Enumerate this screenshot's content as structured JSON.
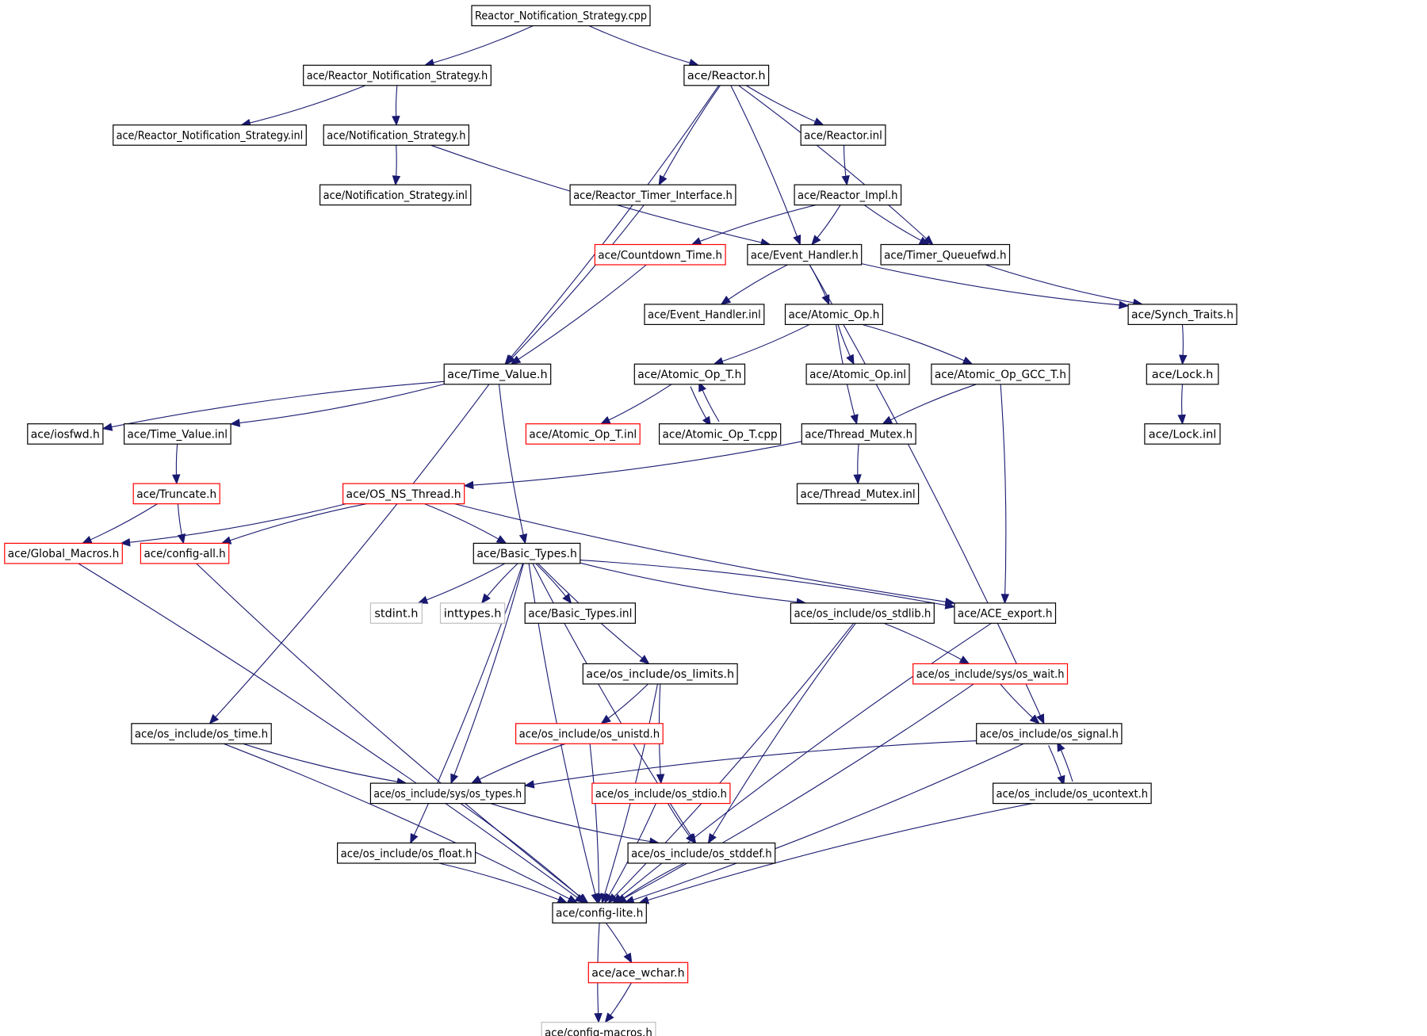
{
  "colors": {
    "edge": "#191970",
    "border_normal": "#000000",
    "border_truncated": "#ff0000",
    "border_external": "#bfbfbf",
    "root_fill": "#bfbfbf",
    "node_fill": "#ffffff"
  },
  "nodes": {
    "root": {
      "label": "Reactor_Notification_Strategy.cpp",
      "kind": "root"
    },
    "rns_h": {
      "label": "ace/Reactor_Notification_Strategy.h",
      "kind": "normal"
    },
    "reactor_h": {
      "label": "ace/Reactor.h",
      "kind": "normal"
    },
    "rns_inl": {
      "label": "ace/Reactor_Notification_Strategy.inl",
      "kind": "normal"
    },
    "ns_h": {
      "label": "ace/Notification_Strategy.h",
      "kind": "normal"
    },
    "reactor_inl": {
      "label": "ace/Reactor.inl",
      "kind": "normal"
    },
    "ns_inl": {
      "label": "ace/Notification_Strategy.inl",
      "kind": "normal"
    },
    "rti_h": {
      "label": "ace/Reactor_Timer_Interface.h",
      "kind": "normal"
    },
    "rimpl_h": {
      "label": "ace/Reactor_Impl.h",
      "kind": "normal"
    },
    "countdown_h": {
      "label": "ace/Countdown_Time.h",
      "kind": "truncated"
    },
    "eh_h": {
      "label": "ace/Event_Handler.h",
      "kind": "normal"
    },
    "tqfwd_h": {
      "label": "ace/Timer_Queuefwd.h",
      "kind": "normal"
    },
    "eh_inl": {
      "label": "ace/Event_Handler.inl",
      "kind": "normal"
    },
    "aop_h": {
      "label": "ace/Atomic_Op.h",
      "kind": "normal"
    },
    "synch_h": {
      "label": "ace/Synch_Traits.h",
      "kind": "normal"
    },
    "tv_h": {
      "label": "ace/Time_Value.h",
      "kind": "normal"
    },
    "aopt_h": {
      "label": "ace/Atomic_Op_T.h",
      "kind": "normal"
    },
    "aop_inl": {
      "label": "ace/Atomic_Op.inl",
      "kind": "normal"
    },
    "aopgcc_h": {
      "label": "ace/Atomic_Op_GCC_T.h",
      "kind": "normal"
    },
    "lock_h": {
      "label": "ace/Lock.h",
      "kind": "normal"
    },
    "iosfwd_h": {
      "label": "ace/iosfwd.h",
      "kind": "normal"
    },
    "tv_inl": {
      "label": "ace/Time_Value.inl",
      "kind": "normal"
    },
    "aopt_inl": {
      "label": "ace/Atomic_Op_T.inl",
      "kind": "truncated"
    },
    "aopt_cpp": {
      "label": "ace/Atomic_Op_T.cpp",
      "kind": "normal"
    },
    "tmutex_h": {
      "label": "ace/Thread_Mutex.h",
      "kind": "normal"
    },
    "lock_inl": {
      "label": "ace/Lock.inl",
      "kind": "normal"
    },
    "truncate_h": {
      "label": "ace/Truncate.h",
      "kind": "truncated"
    },
    "osnst_h": {
      "label": "ace/OS_NS_Thread.h",
      "kind": "truncated"
    },
    "tmutex_inl": {
      "label": "ace/Thread_Mutex.inl",
      "kind": "normal"
    },
    "gmacros_h": {
      "label": "ace/Global_Macros.h",
      "kind": "truncated"
    },
    "cfgall_h": {
      "label": "ace/config-all.h",
      "kind": "truncated"
    },
    "btypes_h": {
      "label": "ace/Basic_Types.h",
      "kind": "normal"
    },
    "stdint_h": {
      "label": "stdint.h",
      "kind": "external"
    },
    "inttypes_h": {
      "label": "inttypes.h",
      "kind": "external"
    },
    "btypes_inl": {
      "label": "ace/Basic_Types.inl",
      "kind": "normal"
    },
    "osstdlib_h": {
      "label": "ace/os_include/os_stdlib.h",
      "kind": "normal"
    },
    "aceexport_h": {
      "label": "ace/ACE_export.h",
      "kind": "normal"
    },
    "oslimits_h": {
      "label": "ace/os_include/os_limits.h",
      "kind": "normal"
    },
    "oswait_h": {
      "label": "ace/os_include/sys/os_wait.h",
      "kind": "truncated"
    },
    "ostime_h": {
      "label": "ace/os_include/os_time.h",
      "kind": "normal"
    },
    "osunistd_h": {
      "label": "ace/os_include/os_unistd.h",
      "kind": "truncated"
    },
    "ossignal_h": {
      "label": "ace/os_include/os_signal.h",
      "kind": "normal"
    },
    "ostypes_h": {
      "label": "ace/os_include/sys/os_types.h",
      "kind": "normal"
    },
    "osstdio_h": {
      "label": "ace/os_include/os_stdio.h",
      "kind": "truncated"
    },
    "osucontext_h": {
      "label": "ace/os_include/os_ucontext.h",
      "kind": "normal"
    },
    "osfloat_h": {
      "label": "ace/os_include/os_float.h",
      "kind": "normal"
    },
    "osstddef_h": {
      "label": "ace/os_include/os_stddef.h",
      "kind": "normal"
    },
    "cfglite_h": {
      "label": "ace/config-lite.h",
      "kind": "normal"
    },
    "acewchar_h": {
      "label": "ace/ace_wchar.h",
      "kind": "truncated"
    },
    "cfgmacros_h": {
      "label": "ace/config-macros.h",
      "kind": "external"
    }
  },
  "edges": [
    [
      "root",
      "rns_h"
    ],
    [
      "root",
      "reactor_h"
    ],
    [
      "rns_h",
      "rns_inl"
    ],
    [
      "rns_h",
      "ns_h"
    ],
    [
      "ns_h",
      "ns_inl"
    ],
    [
      "ns_h",
      "eh_h"
    ],
    [
      "reactor_h",
      "tv_h"
    ],
    [
      "reactor_h",
      "rti_h"
    ],
    [
      "reactor_h",
      "eh_h"
    ],
    [
      "reactor_h",
      "reactor_inl"
    ],
    [
      "reactor_h",
      "tqfwd_h"
    ],
    [
      "reactor_inl",
      "rimpl_h"
    ],
    [
      "rti_h",
      "tv_h"
    ],
    [
      "rimpl_h",
      "countdown_h"
    ],
    [
      "rimpl_h",
      "eh_h"
    ],
    [
      "rimpl_h",
      "tqfwd_h"
    ],
    [
      "countdown_h",
      "tv_h"
    ],
    [
      "eh_h",
      "eh_inl"
    ],
    [
      "eh_h",
      "aop_h"
    ],
    [
      "eh_h",
      "synch_h"
    ],
    [
      "eh_h",
      "ossignal_h"
    ],
    [
      "tqfwd_h",
      "synch_h"
    ],
    [
      "synch_h",
      "lock_h"
    ],
    [
      "lock_h",
      "lock_inl"
    ],
    [
      "aop_h",
      "aopt_h"
    ],
    [
      "aop_h",
      "aop_inl"
    ],
    [
      "aop_h",
      "aopgcc_h"
    ],
    [
      "aop_h",
      "tmutex_h"
    ],
    [
      "aopt_h",
      "aopt_inl"
    ],
    [
      "aopt_h",
      "aopt_cpp"
    ],
    [
      "aopt_cpp",
      "aopt_h"
    ],
    [
      "aopgcc_h",
      "tmutex_h"
    ],
    [
      "aopgcc_h",
      "aceexport_h"
    ],
    [
      "tmutex_h",
      "tmutex_inl"
    ],
    [
      "tmutex_h",
      "osnst_h"
    ],
    [
      "tv_h",
      "iosfwd_h"
    ],
    [
      "tv_h",
      "tv_inl"
    ],
    [
      "tv_h",
      "btypes_h"
    ],
    [
      "tv_h",
      "ostime_h"
    ],
    [
      "tv_inl",
      "truncate_h"
    ],
    [
      "truncate_h",
      "gmacros_h"
    ],
    [
      "truncate_h",
      "cfgall_h"
    ],
    [
      "osnst_h",
      "gmacros_h"
    ],
    [
      "osnst_h",
      "cfgall_h"
    ],
    [
      "osnst_h",
      "btypes_h"
    ],
    [
      "osnst_h",
      "aceexport_h"
    ],
    [
      "btypes_h",
      "stdint_h"
    ],
    [
      "btypes_h",
      "inttypes_h"
    ],
    [
      "btypes_h",
      "btypes_inl"
    ],
    [
      "btypes_h",
      "osstdlib_h"
    ],
    [
      "btypes_h",
      "aceexport_h"
    ],
    [
      "btypes_h",
      "oslimits_h"
    ],
    [
      "btypes_h",
      "ostypes_h"
    ],
    [
      "btypes_h",
      "osstddef_h"
    ],
    [
      "btypes_h",
      "osfloat_h"
    ],
    [
      "btypes_h",
      "cfglite_h"
    ],
    [
      "osstdlib_h",
      "oswait_h"
    ],
    [
      "osstdlib_h",
      "osstddef_h"
    ],
    [
      "osstdlib_h",
      "cfglite_h"
    ],
    [
      "aceexport_h",
      "cfglite_h"
    ],
    [
      "oslimits_h",
      "osunistd_h"
    ],
    [
      "oslimits_h",
      "osstdio_h"
    ],
    [
      "oslimits_h",
      "cfglite_h"
    ],
    [
      "oswait_h",
      "ossignal_h"
    ],
    [
      "oswait_h",
      "cfglite_h"
    ],
    [
      "ostime_h",
      "ostypes_h"
    ],
    [
      "ostime_h",
      "cfglite_h"
    ],
    [
      "osunistd_h",
      "ostypes_h"
    ],
    [
      "osunistd_h",
      "cfglite_h"
    ],
    [
      "ossignal_h",
      "ostypes_h"
    ],
    [
      "ossignal_h",
      "osucontext_h"
    ],
    [
      "osucontext_h",
      "ossignal_h"
    ],
    [
      "ossignal_h",
      "cfglite_h"
    ],
    [
      "ostypes_h",
      "osstddef_h"
    ],
    [
      "ostypes_h",
      "cfglite_h"
    ],
    [
      "osstdio_h",
      "osstddef_h"
    ],
    [
      "osstdio_h",
      "cfglite_h"
    ],
    [
      "osucontext_h",
      "cfglite_h"
    ],
    [
      "osfloat_h",
      "cfglite_h"
    ],
    [
      "osstddef_h",
      "cfglite_h"
    ],
    [
      "gmacros_h",
      "cfglite_h"
    ],
    [
      "cfgall_h",
      "cfglite_h"
    ],
    [
      "cfglite_h",
      "acewchar_h"
    ],
    [
      "cfglite_h",
      "cfgmacros_h"
    ],
    [
      "acewchar_h",
      "cfgmacros_h"
    ]
  ]
}
